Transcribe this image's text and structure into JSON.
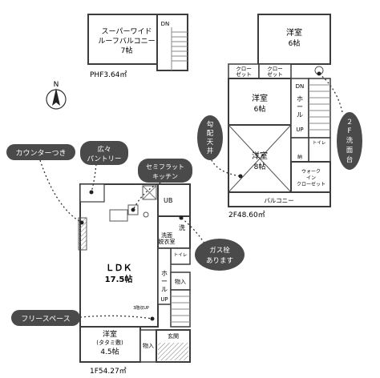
{
  "floors": {
    "ph": {
      "room_name": "スーパーワイド",
      "room_name_2": "ルーフバルコニー",
      "room_size": "7帖",
      "dn": "DN",
      "area": "PHF3.64㎡"
    },
    "f2": {
      "room_a_name": "洋室",
      "room_a_size": "6帖",
      "closet_1": "クロー",
      "closet_1b": "ゼット",
      "closet_2": "クロー",
      "closet_2b": "ゼット",
      "room_b_name": "洋室",
      "room_b_size": "6帖",
      "hall_1": "ホ",
      "hall_2": "ー",
      "hall_3": "ル",
      "dn": "DN",
      "up": "UP",
      "room_c_name": "洋室",
      "room_c_size": "8帖",
      "toilet": "トイレ",
      "storage": "納",
      "wic_1": "ウォーク",
      "wic_2": "イン",
      "wic_3": "クローゼット",
      "balcony": "バルコニー",
      "area": "2F48.60㎡"
    },
    "f1": {
      "ldk_name": "ＬＤＫ",
      "ldk_size": "17.5帖",
      "ub": "UB",
      "wash": "洗",
      "washroom_1": "洗面",
      "washroom_2": "脱衣室",
      "toilet": "トイレ",
      "hall_1": "ホ",
      "hall_2": "ー",
      "hall_3": "ル",
      "storage_1": "物入",
      "up": "UP",
      "stair_note": "3階収UP",
      "tatami_name": "洋室",
      "tatami_note": "(タタミ敷)",
      "tatami_size": "4.5帖",
      "entrance": "玄関",
      "storage_2": "物入",
      "area": "1F54.27㎡"
    }
  },
  "callouts": {
    "counter": "カウンターつき",
    "pantry_1": "広々",
    "pantry_2": "パントリー",
    "kitchen_1": "セミフラット",
    "kitchen_2": "キッチン",
    "gas_1": "ガス栓",
    "gas_2": "あります",
    "free_space": "フリースペース",
    "ceiling_1": "勾",
    "ceiling_2": "配",
    "ceiling_3": "天",
    "ceiling_4": "井",
    "washbasin_1": "２",
    "washbasin_2": "F",
    "washbasin_3": "洗",
    "washbasin_4": "面",
    "washbasin_5": "台"
  },
  "compass": {
    "north": "N"
  },
  "colors": {
    "callout_fill": "#4a4a4a",
    "wall": "#3c3c3c",
    "bg": "#ffffff"
  }
}
